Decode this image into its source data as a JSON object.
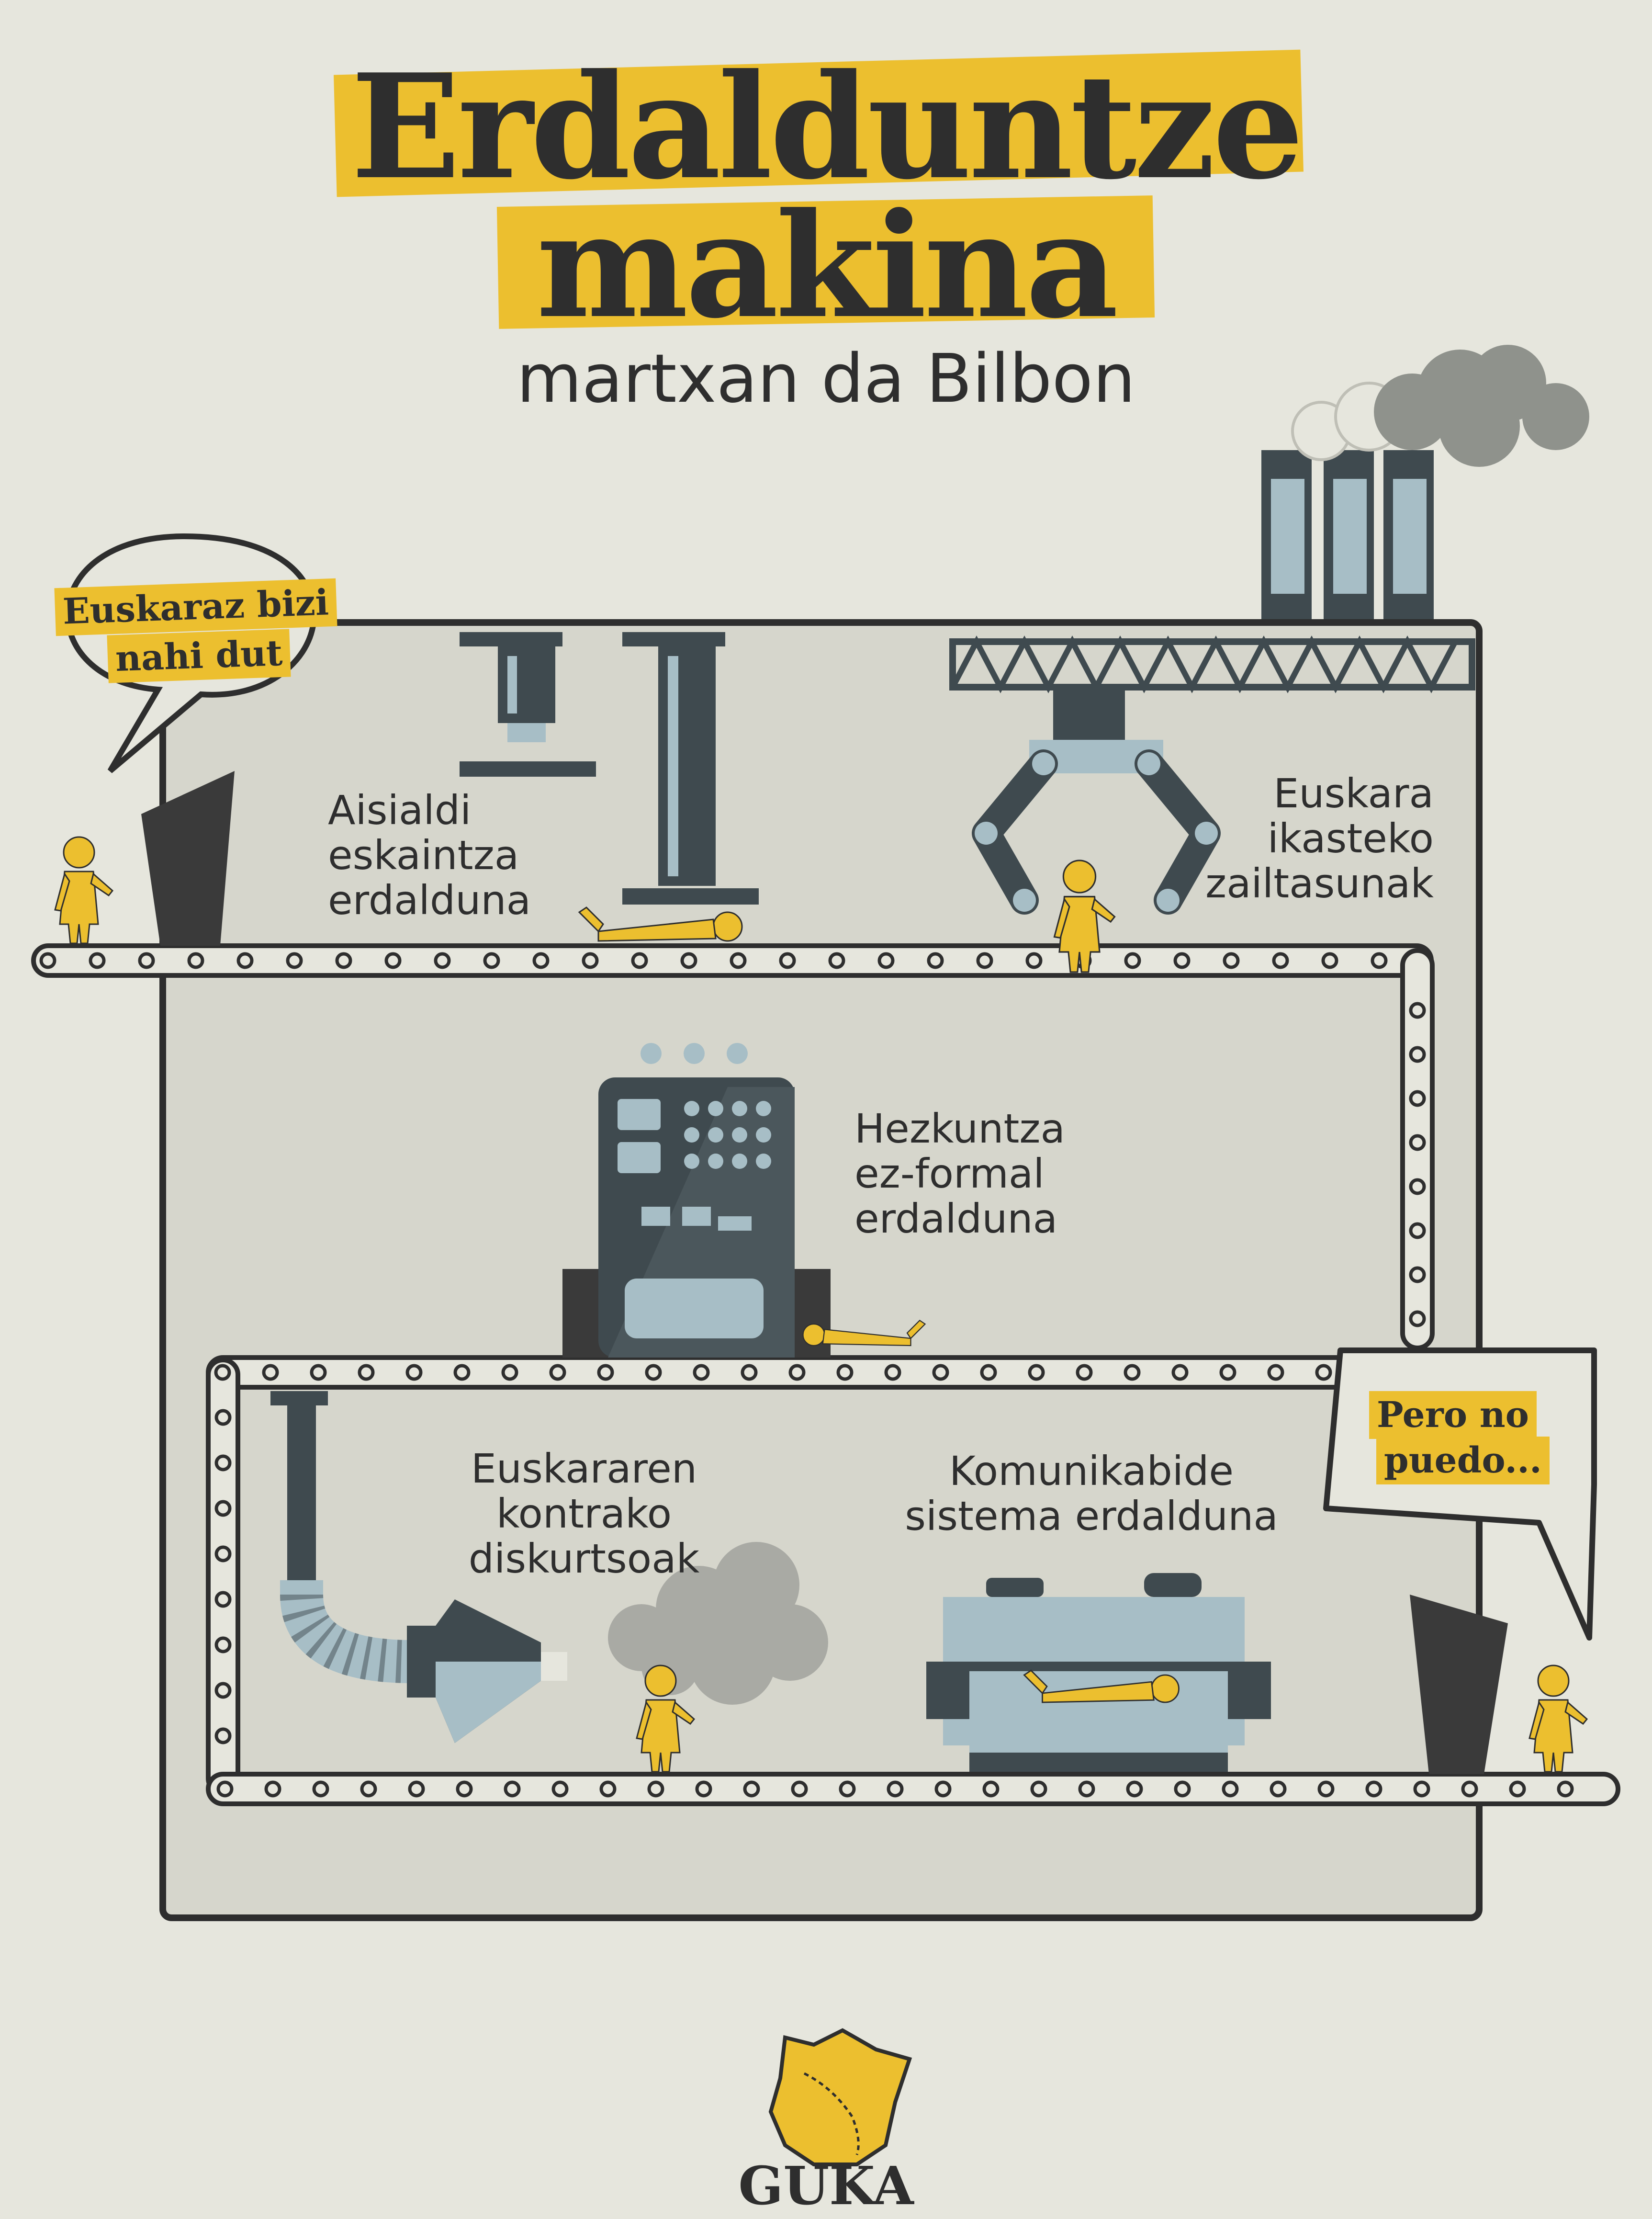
{
  "header": {
    "title_line1": "Erdalduntze",
    "title_line2": "makina",
    "subtitle": "martxan da Bilbon"
  },
  "bubbles": {
    "start_line1": "Euskaraz bizi",
    "start_line2": "nahi dut",
    "end_line1": "Pero no",
    "end_line2": "puedo..."
  },
  "stations": {
    "aisialdi": [
      "Aisialdi",
      "eskaintza",
      "erdalduna"
    ],
    "euskara": [
      "Euskara",
      "ikasteko",
      "zailtasunak"
    ],
    "hezkuntza": [
      "Hezkuntza",
      "ez-formal",
      "erdalduna"
    ],
    "euskararen": [
      "Euskararen",
      "kontrako",
      "diskurtsoak"
    ],
    "komunikabide": [
      "Komunikabide",
      "sistema erdalduna"
    ]
  },
  "footer": {
    "logo_text": "GUKA"
  },
  "colors": {
    "background": "#e6e6dd",
    "accent_yellow": "#ecbf2f",
    "dark": "#2e2e2e",
    "machine_gray": "#3f4a4f",
    "steel_blue": "#a7bec6",
    "factory_fill": "#d6d6cc"
  }
}
